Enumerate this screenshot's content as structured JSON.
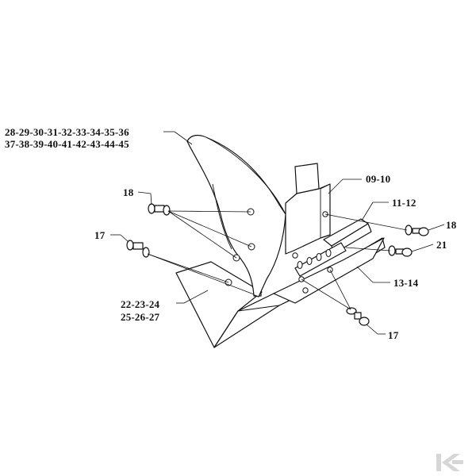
{
  "labels": {
    "moldboard_top": "28-29-30-31-32-33-34-35-36",
    "moldboard_bottom": "37-38-39-40-41-42-43-44-45",
    "frog": "09-10",
    "landside_upper": "11-12",
    "bolt_right_upper": "18",
    "bolt_left_upper": "18",
    "bolt_left_lower": "17",
    "bolt_right_mid": "21",
    "landside_lower": "13-14",
    "bolt_bottom": "17",
    "share_top": "22-23-24",
    "share_bottom": "25-26-27"
  },
  "logo": {
    "text": "K",
    "color": "#d6d6d6"
  }
}
